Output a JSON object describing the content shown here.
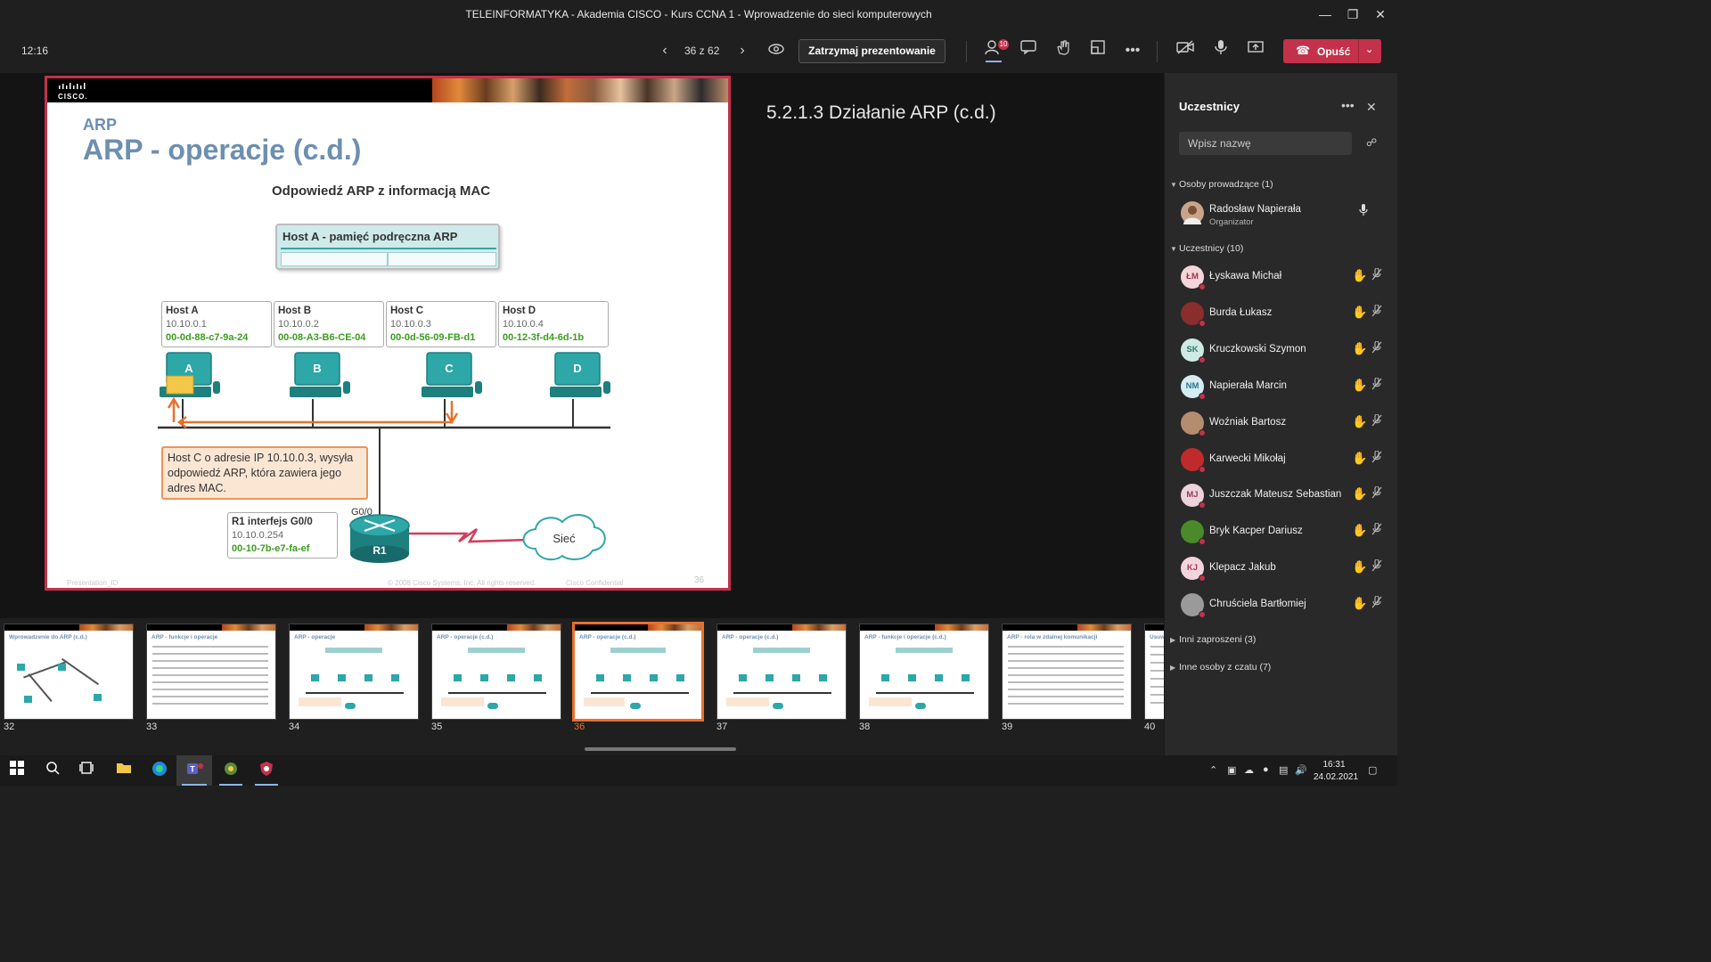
{
  "window": {
    "title": "TELEINFORMATYKA - Akademia CISCO - Kurs CCNA 1 - Wprowadzenie do sieci komputerowych"
  },
  "toolbar": {
    "time": "12:16",
    "page_counter": "36 z 62",
    "stop_presenting": "Zatrzymaj prezentowanie",
    "participants_badge": "10",
    "leave": "Opuść"
  },
  "slide": {
    "section": "ARP",
    "title": "ARP - operacje (c.d.)",
    "diagram_title": "Odpowiedź ARP z informacją MAC",
    "cache_title": "Host A - pamięć podręczna ARP",
    "hosts": [
      {
        "name": "Host A",
        "ip": "10.10.0.1",
        "mac": "00-0d-88-c7-9a-24",
        "letter": "A"
      },
      {
        "name": "Host B",
        "ip": "10.10.0.2",
        "mac": "00-08-A3-B6-CE-04",
        "letter": "B"
      },
      {
        "name": "Host C",
        "ip": "10.10.0.3",
        "mac": "00-0d-56-09-FB-d1",
        "letter": "C"
      },
      {
        "name": "Host D",
        "ip": "10.10.0.4",
        "mac": "00-12-3f-d4-6d-1b",
        "letter": "D"
      }
    ],
    "callout": "Host C o adresie IP 10.10.0.3, wysyła odpowiedź ARP, która zawiera jego adres MAC.",
    "router": {
      "name": "R1 interfejs G0/0",
      "ip": "10.10.0.254",
      "mac": "00-10-7b-e7-fa-ef",
      "port": "G0/0",
      "label": "R1"
    },
    "cloud": "Sieć",
    "footer_left": "Presentation_ID",
    "footer_mid": "© 2008 Cisco Systems, Inc. All rights reserved.",
    "footer_right": "Cisco Confidential",
    "page_number": "36",
    "notes": "5.2.1.3  Działanie ARP (c.d.)"
  },
  "participants": {
    "title": "Uczestnicy",
    "search_placeholder": "Wpisz nazwę",
    "presenters_header": "Osoby prowadzące (1)",
    "presenter": {
      "name": "Radosław Napierała",
      "role": "Organizator"
    },
    "attendees_header": "Uczestnicy (10)",
    "attendees": [
      {
        "name": "Łyskawa Michał",
        "initials": "ŁM",
        "color": "#f3d6da",
        "fg": "#a3344a"
      },
      {
        "name": "Burda Łukasz",
        "initials": "",
        "color": "#8a2d2d",
        "fg": "#fff"
      },
      {
        "name": "Kruczkowski Szymon",
        "initials": "SK",
        "color": "#cfe9e3",
        "fg": "#2b7a6a"
      },
      {
        "name": "Napierała Marcin",
        "initials": "NM",
        "color": "#d4ecf2",
        "fg": "#2a7790"
      },
      {
        "name": "Woźniak Bartosz",
        "initials": "",
        "color": "#b48c70",
        "fg": "#fff"
      },
      {
        "name": "Karwecki Mikołaj",
        "initials": "",
        "color": "#c02a2a",
        "fg": "#fff"
      },
      {
        "name": "Juszczak Mateusz Sebastian",
        "initials": "MJ",
        "color": "#ecd3dc",
        "fg": "#9c3a5f"
      },
      {
        "name": "Bryk Kacper Dariusz",
        "initials": "",
        "color": "#4a8a2a",
        "fg": "#fff"
      },
      {
        "name": "Klepacz Jakub",
        "initials": "KJ",
        "color": "#f2d5dc",
        "fg": "#b03a5a"
      },
      {
        "name": "Chruściela Bartłomiej",
        "initials": "",
        "color": "#9a9a9a",
        "fg": "#fff"
      }
    ],
    "other_invited": "Inni zaproszeni (3)",
    "other_chat": "Inne osoby z czatu (7)"
  },
  "thumbnails": [
    {
      "num": "32",
      "title": "Wprowadzenie do ARP (c.d.)"
    },
    {
      "num": "33",
      "title": "ARP - funkcje i operacje"
    },
    {
      "num": "34",
      "title": "ARP - operacje"
    },
    {
      "num": "35",
      "title": "ARP - operacje (c.d.)"
    },
    {
      "num": "36",
      "title": "ARP - operacje (c.d.)"
    },
    {
      "num": "37",
      "title": "ARP - operacje (c.d.)"
    },
    {
      "num": "38",
      "title": "ARP - funkcje i operacje (c.d.)"
    },
    {
      "num": "39",
      "title": "ARP - rola w zdalnej komunikacji"
    },
    {
      "num": "40",
      "title": "Usuwa"
    }
  ],
  "taskbar": {
    "time": "16:31",
    "date": "24.02.2021"
  }
}
